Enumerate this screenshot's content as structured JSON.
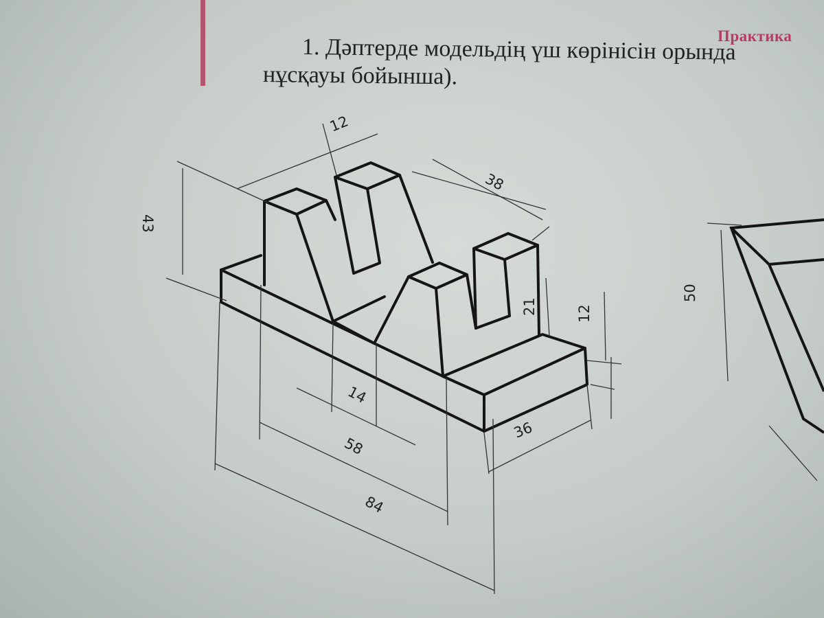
{
  "page": {
    "section_heading": "Практика",
    "task_line1": "1. Дәптерде модельдің үш көрінісін орында",
    "task_line2": "нұсқауы бойынша)."
  },
  "drawing": {
    "dimensions": {
      "top_width": "12",
      "depth_top": "38",
      "height_total": "43",
      "cut_depth": "21",
      "base_height": "12",
      "slot_width": "14",
      "inner_length": "58",
      "total_length": "84",
      "base_depth": "36",
      "second_height": "50"
    }
  }
}
